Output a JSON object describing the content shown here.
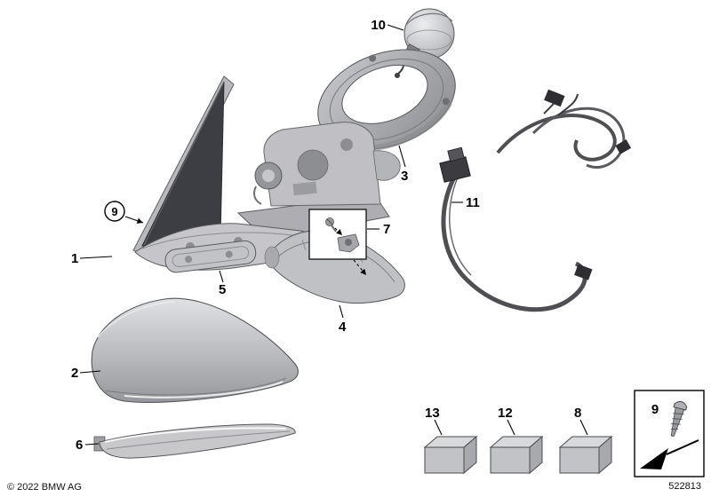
{
  "footer": {
    "copyright": "© 2022 BMW AG",
    "diagram_number": "522813"
  },
  "callouts": {
    "p1": "1",
    "p2": "2",
    "p3": "3",
    "p4": "4",
    "p5": "5",
    "p6": "6",
    "p7": "7",
    "p8": "8",
    "p9": "9",
    "p9_box": "9",
    "p10": "10",
    "p11": "11",
    "p12": "12",
    "p13": "13"
  },
  "icons": {
    "screw": "screw-icon",
    "direction_arrow": "arrow-icon"
  },
  "colors": {
    "background": "#ffffff",
    "line": "#000000",
    "part_fill": "#c2c3c7",
    "dark_part": "#3c3e43"
  }
}
